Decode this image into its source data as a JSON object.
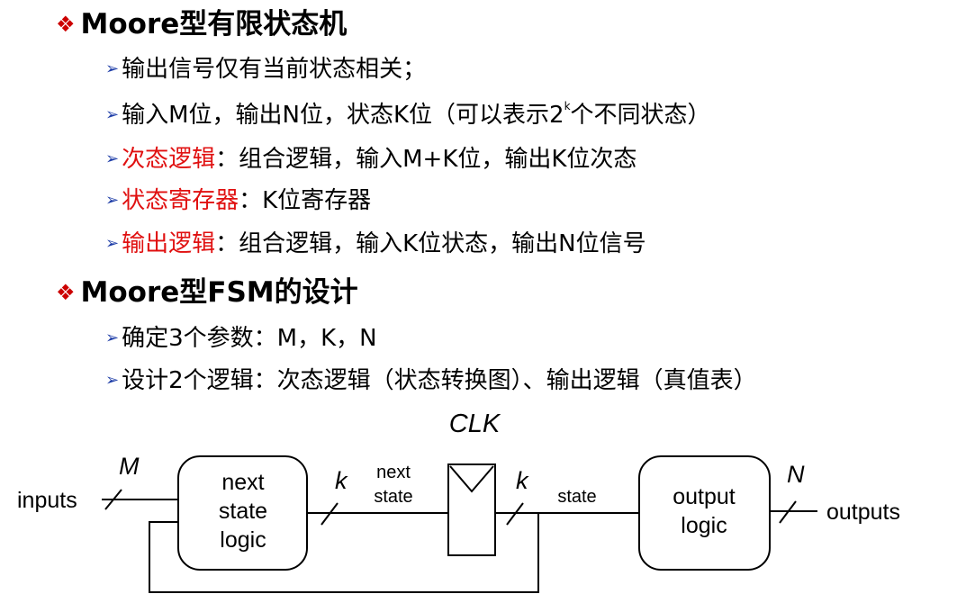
{
  "sections": [
    {
      "title": "Moore型有限状态机",
      "items": [
        {
          "label": "",
          "text": "输出信号仅有当前状态相关；"
        },
        {
          "label": "",
          "text": "输入M位，输出N位，状态K位（可以表示2",
          "sup": "k",
          "text_after": "个不同状态）"
        },
        {
          "label": "次态逻辑",
          "text": "：组合逻辑，输入M+K位，输出K位次态"
        },
        {
          "label": "状态寄存器",
          "text": "：K位寄存器"
        },
        {
          "label": "输出逻辑",
          "text": "：组合逻辑，输入K位状态，输出N位信号"
        }
      ]
    },
    {
      "title": "Moore型FSM的设计",
      "items": [
        {
          "label": "",
          "text": "确定3个参数：M，K，N"
        },
        {
          "label": "",
          "text": "设计2个逻辑：次态逻辑（状态转换图）、输出逻辑（真值表）"
        }
      ]
    }
  ],
  "diagram": {
    "inputs_label": "inputs",
    "m_label": "M",
    "next_state_logic": [
      "next",
      "state",
      "logic"
    ],
    "k_label_1": "k",
    "next_state_wire": [
      "next",
      "state"
    ],
    "clk_label": "CLK",
    "k_label_2": "k",
    "state_wire": "state",
    "output_logic": [
      "output",
      "logic"
    ],
    "n_label": "N",
    "outputs_label": "outputs"
  },
  "colors": {
    "highlight": "#e01010",
    "bullet": "#cc0000",
    "arrow": "#1f3ea8"
  }
}
